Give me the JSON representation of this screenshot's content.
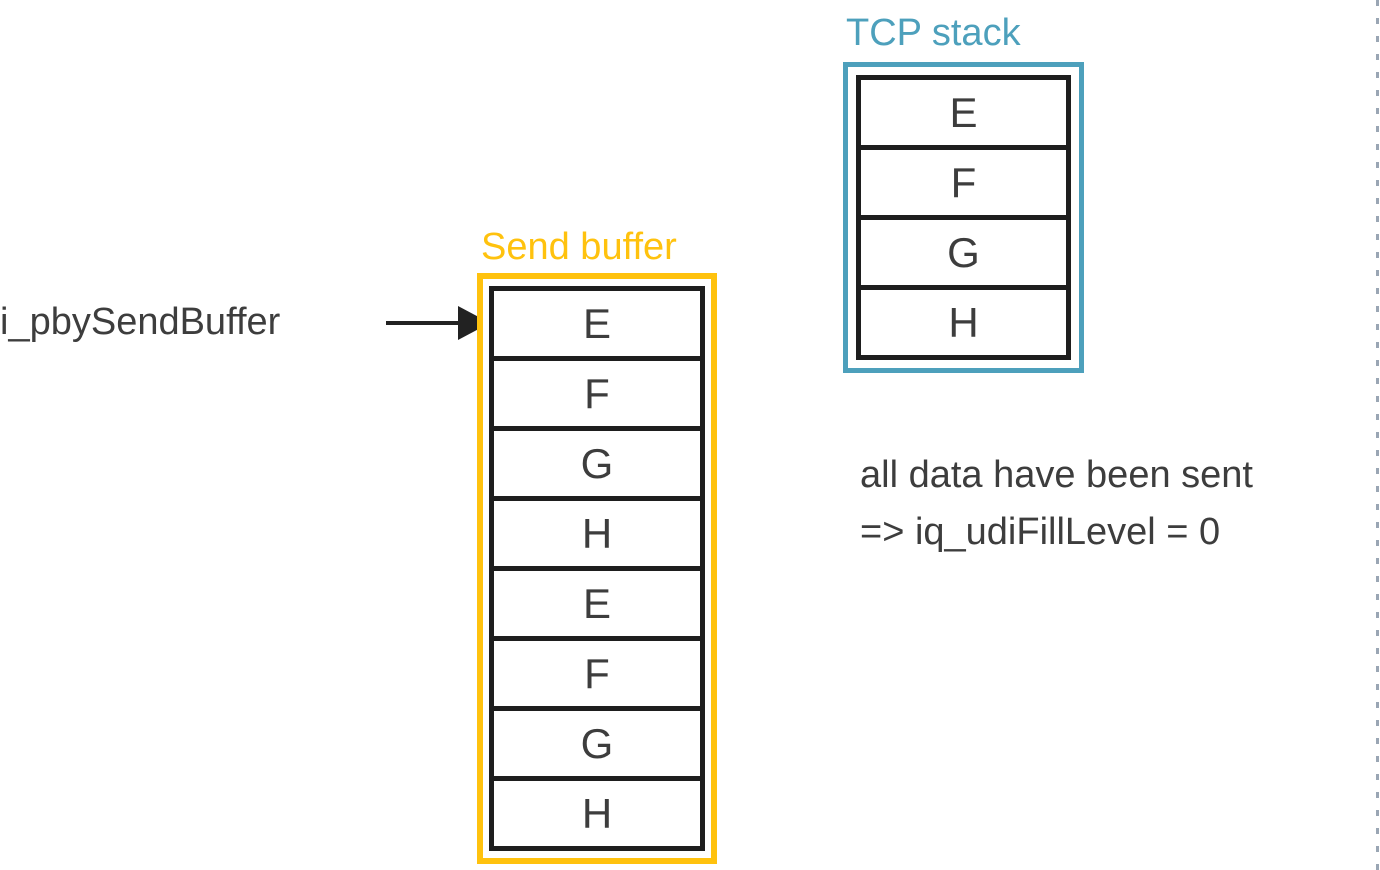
{
  "colors": {
    "send_buffer_accent": "#FFC20E",
    "tcp_stack_accent": "#4DA0BC",
    "text": "#3D3D3D",
    "table_border": "#1E1E1E",
    "arrow": "#222222",
    "dash_border": "#9AA6B4"
  },
  "pointer": {
    "label": "i_pbySendBuffer"
  },
  "send_buffer": {
    "title": "Send buffer",
    "cells": [
      "E",
      "F",
      "G",
      "H",
      "E",
      "F",
      "G",
      "H"
    ]
  },
  "tcp_stack": {
    "title": "TCP stack",
    "cells": [
      "E",
      "F",
      "G",
      "H"
    ]
  },
  "annotation": {
    "line1": "all data have been sent",
    "line2": "=> iq_udiFillLevel = 0"
  }
}
